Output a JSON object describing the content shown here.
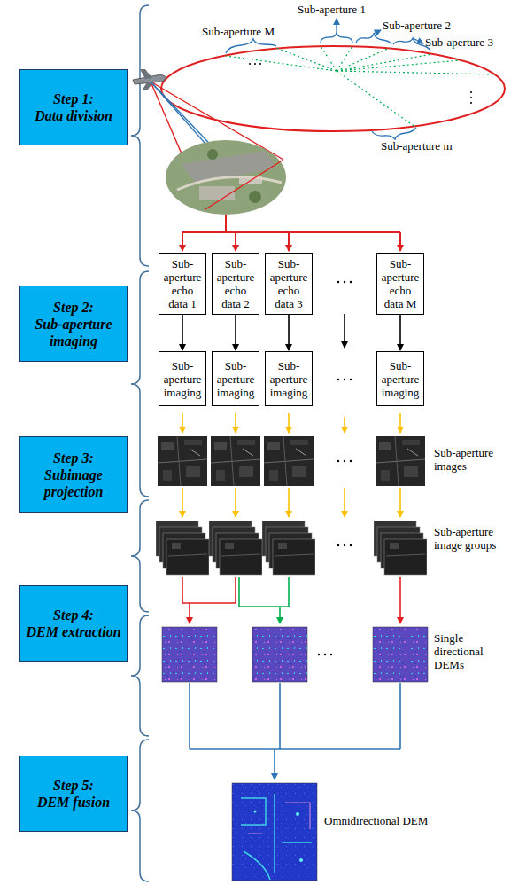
{
  "diagram": {
    "nodes": [
      {
        "text": [
          "Step 1:",
          "Data division"
        ]
      },
      {
        "text": [
          "Sub-aperture echo data 1"
        ]
      },
      {
        "text": [
          "Sub-aperture echo data 2"
        ]
      },
      {
        "text": [
          "Sub-aperture echo data 3"
        ]
      },
      {
        "text": [
          "Sub-aperture echo data M"
        ]
      },
      {
        "text": [
          "Step 2:",
          "Sub-aperture imaging"
        ]
      },
      {
        "text": [
          "Sub-aperture imaging"
        ]
      },
      {
        "text": [
          "Sub-aperture imaging"
        ]
      },
      {
        "text": [
          "Sub-aperture imaging"
        ]
      },
      {
        "text": [
          "Sub-aperture imaging"
        ]
      },
      {
        "text": [
          "Step 3:",
          "Subimage projection"
        ]
      },
      {
        "text": [
          "Step 4:",
          "DEM extraction"
        ]
      },
      {
        "text": [
          "Step 5:",
          "DEM fusion"
        ]
      }
    ],
    "edges": [
      {
        "from": 1,
        "to": 6,
        "arrow": "to"
      },
      {
        "from": 2,
        "to": 7,
        "arrow": "to"
      },
      {
        "from": 3,
        "to": 8,
        "arrow": "to"
      },
      {
        "from": 4,
        "to": 9,
        "arrow": "to"
      }
    ],
    "labels": [
      "Sub-aperture 1",
      "Sub-aperture M",
      "Sub-aperture 2",
      "Sub-aperture 3",
      "Sub-aperture m",
      "Sub-aperture images",
      "Sub-aperture image groups",
      "Single directional DEMs",
      "Omnidirectional DEM"
    ]
  }
}
